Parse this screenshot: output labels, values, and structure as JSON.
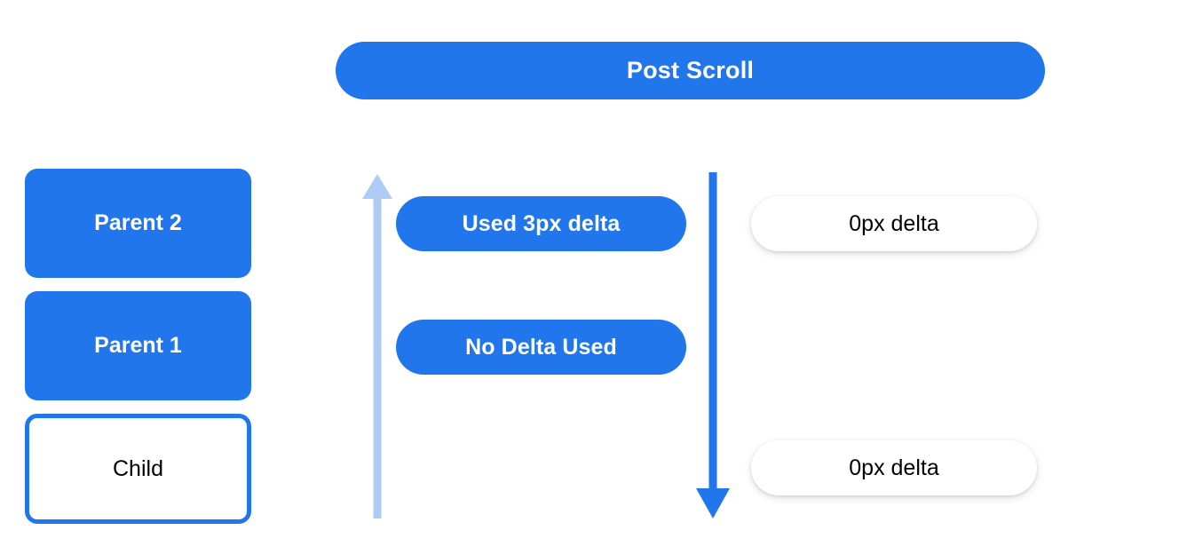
{
  "header": {
    "title": "Post Scroll"
  },
  "colors": {
    "accent_blue": "#2176EC",
    "light_blue_arrow": "#AECBF5",
    "text_on_blue": "#FFFFFF",
    "text_dark": "#000000",
    "background": "#FFFFFF"
  },
  "left_stack": {
    "items": [
      {
        "label": "Parent 2",
        "style": "filled"
      },
      {
        "label": "Parent 1",
        "style": "filled"
      },
      {
        "label": "Child",
        "style": "outlined"
      }
    ]
  },
  "middle_column": {
    "pills": [
      {
        "label": "Used 3px delta"
      },
      {
        "label": "No Delta Used"
      }
    ]
  },
  "right_column": {
    "pills": [
      {
        "label": "0px delta"
      },
      {
        "label": "0px delta"
      }
    ]
  },
  "arrows": {
    "left": {
      "name": "scroll-up-arrow",
      "direction": "up",
      "color": "#AECBF5"
    },
    "right": {
      "name": "scroll-down-arrow",
      "direction": "down",
      "color": "#2176EC"
    }
  }
}
